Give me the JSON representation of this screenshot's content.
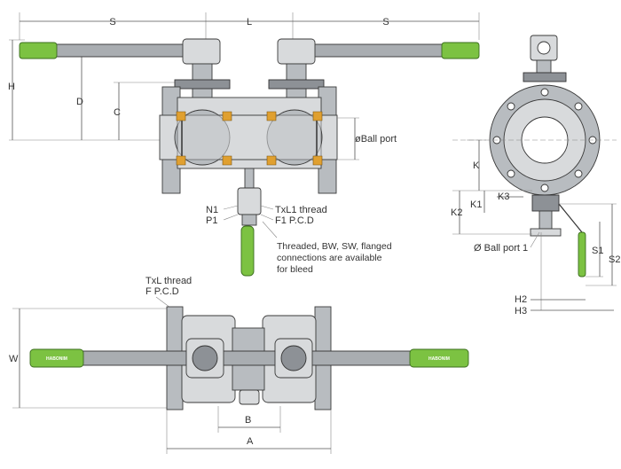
{
  "dimensions": {
    "S_left": "S",
    "L": "L",
    "S_right": "S",
    "H": "H",
    "D": "D",
    "C": "C",
    "ball_port": "øBall port",
    "N1": "N1",
    "P1": "P1",
    "TxL1": "TxL1 thread",
    "F1": "F1 P.C.D",
    "TxL": "TxL thread",
    "F": "F  P.C.D",
    "W": "W",
    "B": "B",
    "A": "A",
    "K": "K",
    "K3": "K3",
    "K1": "K1",
    "K2": "K2",
    "ball_port_1": "Ø Ball port 1",
    "S1": "S1",
    "S2": "S2",
    "H2": "H2",
    "H3": "H3"
  },
  "note": {
    "line1": "Threaded, BW, SW, flanged",
    "line2": "connections are available",
    "line3": "for bleed"
  },
  "brand": "HABONIM",
  "colors": {
    "grip": "#7cc242",
    "seat": "#e0a030",
    "steel": "#b8bcc0"
  }
}
